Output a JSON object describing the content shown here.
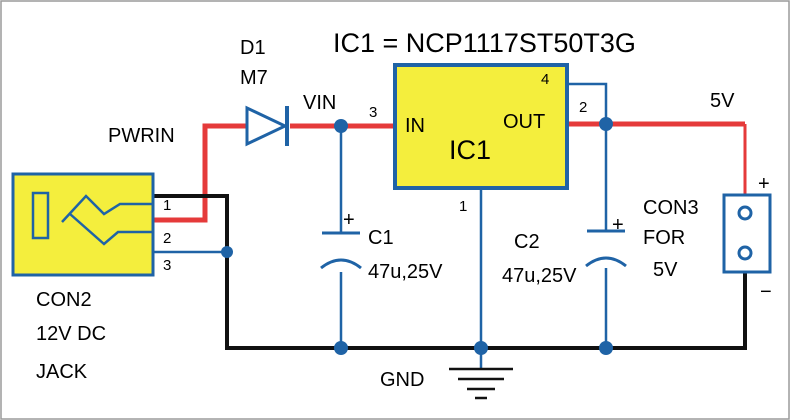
{
  "title": "IC1 = NCP1117ST50T3G",
  "colors": {
    "wire_red": "#e53a3a",
    "wire_black": "#111111",
    "wire_blue": "#1f63a6",
    "component_fill": "#f4ee3d",
    "component_stroke": "#1f63a6"
  },
  "components": {
    "d1": {
      "ref": "D1",
      "value": "M7"
    },
    "ic1": {
      "ref": "IC1",
      "in_label": "IN",
      "out_label": "OUT",
      "pin_in": "3",
      "pin_out": "2",
      "pin_gnd": "1",
      "pin_tab": "4"
    },
    "c1": {
      "ref": "C1",
      "value": "47u,25V",
      "polarity": "+"
    },
    "c2": {
      "ref": "C2",
      "value": "47u,25V",
      "polarity": "+"
    },
    "con2": {
      "line1": "CON2",
      "line2": "12V DC",
      "line3": "JACK",
      "pin1": "1",
      "pin2": "2",
      "pin3": "3"
    },
    "con3": {
      "line1": "CON3",
      "line2": "FOR",
      "line3": "5V",
      "plus": "+",
      "minus": "−"
    }
  },
  "nets": {
    "pwrin": "PWRIN",
    "vin": "VIN",
    "out5v": "5V",
    "gnd": "GND"
  }
}
